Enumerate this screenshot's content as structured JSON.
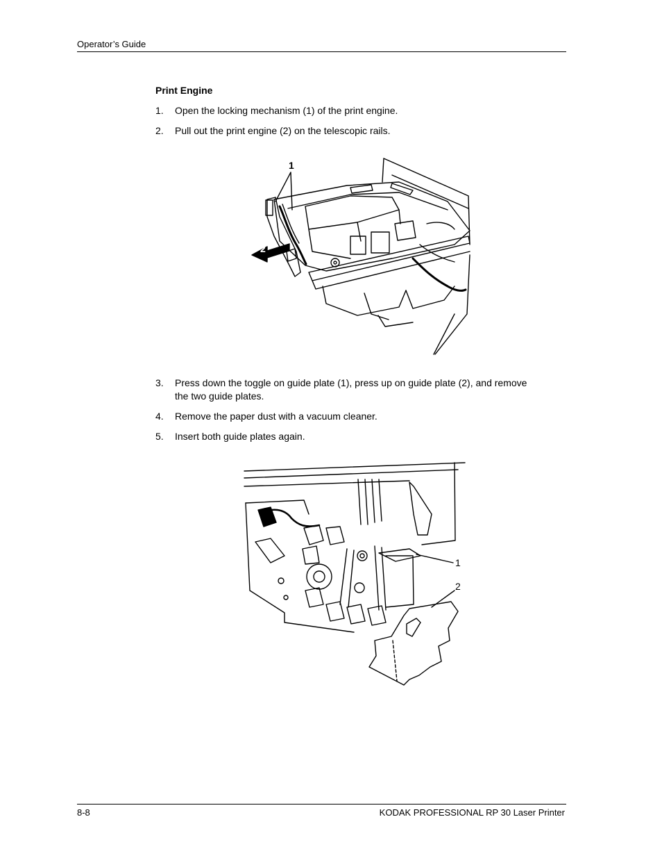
{
  "header": {
    "title": "Operator’s Guide"
  },
  "section": {
    "title": "Print Engine"
  },
  "steps_a": [
    {
      "num": "1.",
      "text": "Open the locking mechanism (1) of the print engine."
    },
    {
      "num": "2.",
      "text": "Pull out the print engine (2) on the telescopic rails."
    }
  ],
  "figure1": {
    "callout_1": "1",
    "callout_2": "2"
  },
  "steps_b": [
    {
      "num": "3.",
      "text": "Press down the toggle on guide plate (1), press up on guide plate (2), and remove the two guide plates."
    },
    {
      "num": "4.",
      "text": "Remove the paper dust with a vacuum cleaner."
    },
    {
      "num": "5.",
      "text": "Insert both guide plates again."
    }
  ],
  "figure2": {
    "callout_1": "1",
    "callout_2": "2"
  },
  "footer": {
    "page": "8-8",
    "product": "KODAK PROFESSIONAL RP 30 Laser Printer"
  }
}
